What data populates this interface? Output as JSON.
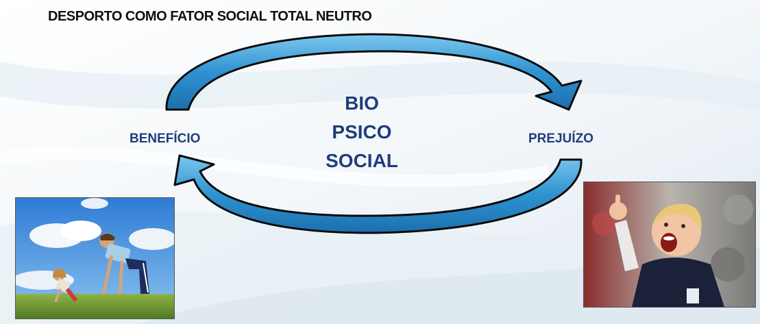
{
  "slide": {
    "title": "DESPORTO COMO FATOR SOCIAL TOTAL NEUTRO",
    "center_lines": [
      "BIO",
      "PSICO",
      "SOCIAL"
    ],
    "left_label": "BENEFÍCIO",
    "right_label": "PREJUÍZO"
  },
  "colors": {
    "label_blue": "#1f3d7a",
    "arrow_fill": "#3aa0d8",
    "arrow_outline": "#0b0b0b"
  },
  "images": {
    "left_photo": "children-playing-on-grass",
    "right_photo": "angry-child-fan"
  }
}
